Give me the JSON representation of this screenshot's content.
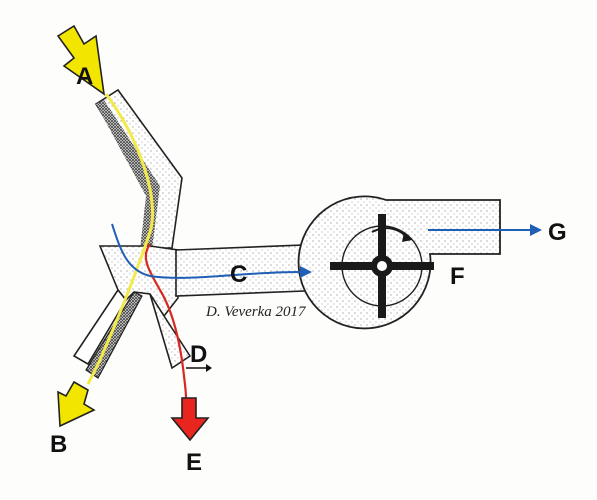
{
  "labels": {
    "a": "A",
    "b": "B",
    "c": "C",
    "d": "D",
    "e": "E",
    "f": "F",
    "g": "G"
  },
  "signature": "D. Veverka 2017",
  "colors": {
    "inlet_arrow": "#f2e600",
    "outlet_arrow_b": "#f2e600",
    "outlet_arrow_e": "#e8251f",
    "flow_path_yellow": "#f3ea4a",
    "flow_path_red": "#d42a22",
    "flow_path_blue": "#1f5fb5",
    "outline": "#222222"
  }
}
